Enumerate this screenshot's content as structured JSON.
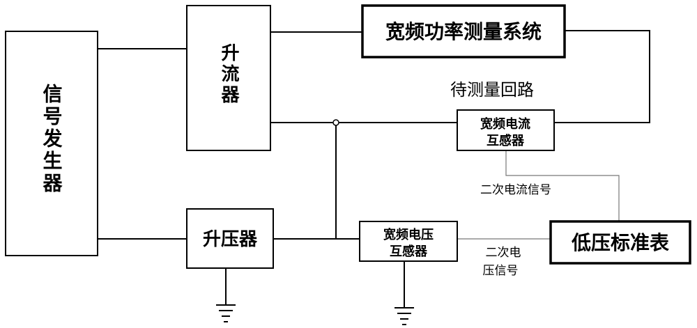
{
  "nodes": {
    "signal_generator": "信号发生器",
    "current_booster": "升流器",
    "voltage_booster": "升压器",
    "wideband_power_system": "宽频功率测量系统",
    "wideband_ct_line1": "宽频电流",
    "wideband_ct_line2": "互感器",
    "wideband_vt_line1": "宽频电压",
    "wideband_vt_line2": "互感器",
    "low_voltage_standard_meter": "低压标准表"
  },
  "labels": {
    "loop_under_test": "待测量回路",
    "secondary_current_signal": "二次电流信号",
    "secondary_voltage_signal_line1": "二次电",
    "secondary_voltage_signal_line2": "压信号"
  }
}
